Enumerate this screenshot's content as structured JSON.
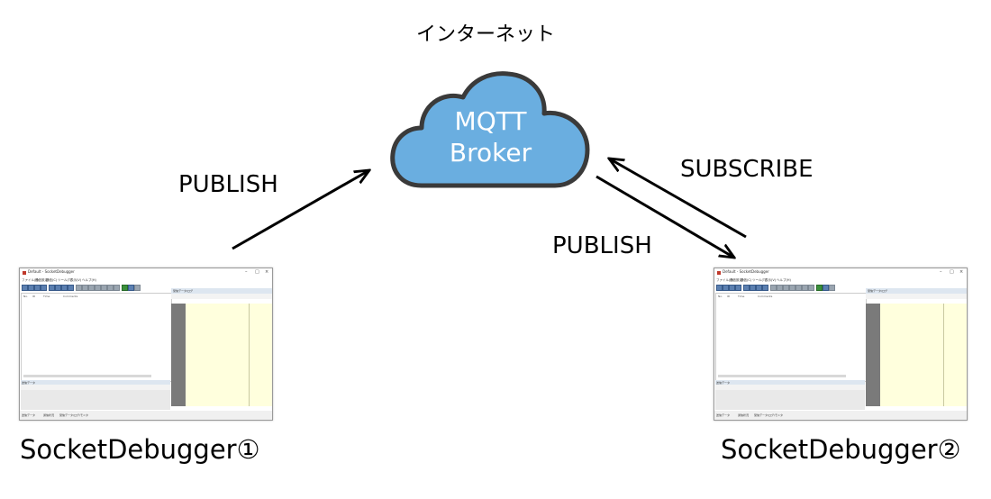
{
  "labels": {
    "internet": "インターネット",
    "broker_line1": "MQTT",
    "broker_line2": "Broker",
    "publish_left": "PUBLISH",
    "subscribe": "SUBSCRIBE",
    "publish_right": "PUBLISH",
    "debugger1": "SocketDebugger①",
    "debugger2": "SocketDebugger②"
  },
  "colors": {
    "cloud_fill": "#6aaee0",
    "cloud_stroke": "#3a3a3a",
    "arrow": "#000000"
  },
  "app_window": {
    "title": "Default - SocketDebugger",
    "menu": [
      "ファイル(F)",
      "通信設定",
      "通信(C)",
      "ツール(T)",
      "表示(V)",
      "ヘルプ(H)"
    ],
    "columns": [
      "No.",
      "ID",
      "Time",
      "Comments"
    ],
    "bottom_panel_title": "送信データ",
    "right_panel_title": "受信データ/ログ",
    "status_tabs": [
      "送信データ",
      "通信状況",
      "受信データ/ログ/モニタ"
    ]
  }
}
